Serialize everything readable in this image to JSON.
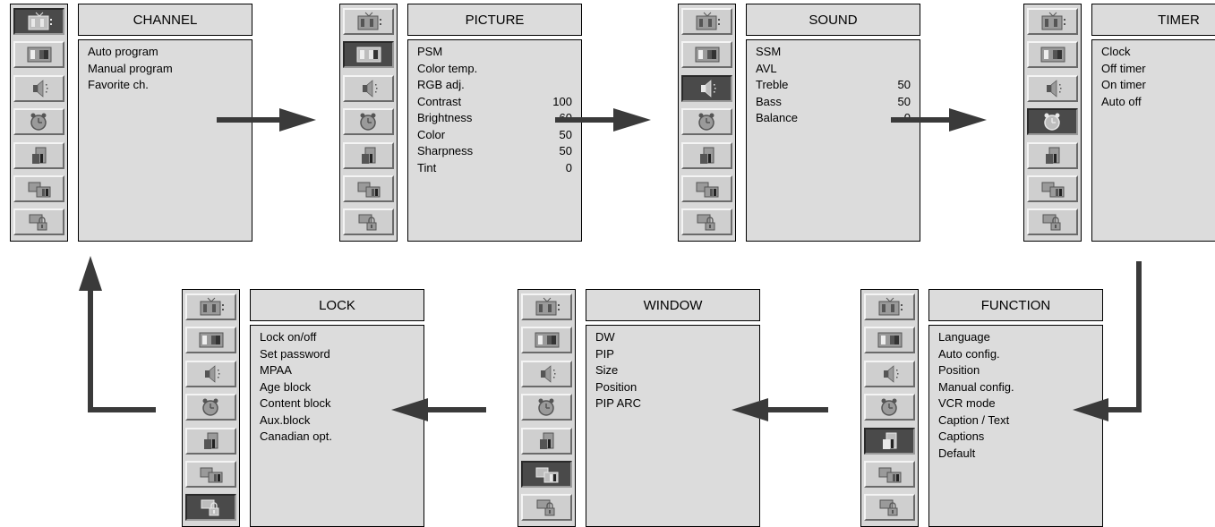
{
  "menus": [
    {
      "id": "channel",
      "title": "CHANNEL",
      "active_tab": 0,
      "items": [
        {
          "label": "Auto program",
          "value": ""
        },
        {
          "label": "Manual program",
          "value": ""
        },
        {
          "label": "Favorite ch.",
          "value": ""
        }
      ]
    },
    {
      "id": "picture",
      "title": "PICTURE",
      "active_tab": 1,
      "items": [
        {
          "label": "PSM",
          "value": ""
        },
        {
          "label": "Color temp.",
          "value": ""
        },
        {
          "label": "RGB adj.",
          "value": ""
        },
        {
          "label": "Contrast",
          "value": "100"
        },
        {
          "label": "Brightness",
          "value": "60"
        },
        {
          "label": "Color",
          "value": "50"
        },
        {
          "label": "Sharpness",
          "value": "50"
        },
        {
          "label": "Tint",
          "value": "0"
        }
      ]
    },
    {
      "id": "sound",
      "title": "SOUND",
      "active_tab": 2,
      "items": [
        {
          "label": "SSM",
          "value": ""
        },
        {
          "label": "AVL",
          "value": ""
        },
        {
          "label": "Treble",
          "value": "50"
        },
        {
          "label": "Bass",
          "value": "50"
        },
        {
          "label": "Balance",
          "value": "0"
        }
      ]
    },
    {
      "id": "timer",
      "title": "TIMER",
      "active_tab": 3,
      "items": [
        {
          "label": "Clock",
          "value": ""
        },
        {
          "label": "Off timer",
          "value": ""
        },
        {
          "label": "On timer",
          "value": ""
        },
        {
          "label": "Auto off",
          "value": ""
        }
      ]
    },
    {
      "id": "function",
      "title": "FUNCTION",
      "active_tab": 4,
      "items": [
        {
          "label": "Language",
          "value": ""
        },
        {
          "label": "Auto config.",
          "value": ""
        },
        {
          "label": "Position",
          "value": ""
        },
        {
          "label": "Manual config.",
          "value": ""
        },
        {
          "label": "VCR mode",
          "value": ""
        },
        {
          "label": "Caption / Text",
          "value": ""
        },
        {
          "label": "Captions",
          "value": ""
        },
        {
          "label": "Default",
          "value": ""
        }
      ]
    },
    {
      "id": "window",
      "title": "WINDOW",
      "active_tab": 5,
      "items": [
        {
          "label": "DW",
          "value": ""
        },
        {
          "label": "PIP",
          "value": ""
        },
        {
          "label": "Size",
          "value": ""
        },
        {
          "label": "Position",
          "value": ""
        },
        {
          "label": "PIP ARC",
          "value": ""
        }
      ]
    },
    {
      "id": "lock",
      "title": "LOCK",
      "active_tab": 6,
      "items": [
        {
          "label": "Lock on/off",
          "value": ""
        },
        {
          "label": "Set password",
          "value": ""
        },
        {
          "label": "MPAA",
          "value": ""
        },
        {
          "label": "Age block",
          "value": ""
        },
        {
          "label": "Content block",
          "value": ""
        },
        {
          "label": "Aux.block",
          "value": ""
        },
        {
          "label": "Canadian opt.",
          "value": ""
        }
      ]
    }
  ],
  "tab_icons": [
    "tv-channel-icon",
    "picture-icon",
    "sound-icon",
    "timer-icon",
    "function-icon",
    "window-icon",
    "lock-icon"
  ],
  "colors": {
    "panel": "#dcdcdc",
    "active_tab": "#4a4a4a",
    "arrow": "#3a3a3a"
  }
}
